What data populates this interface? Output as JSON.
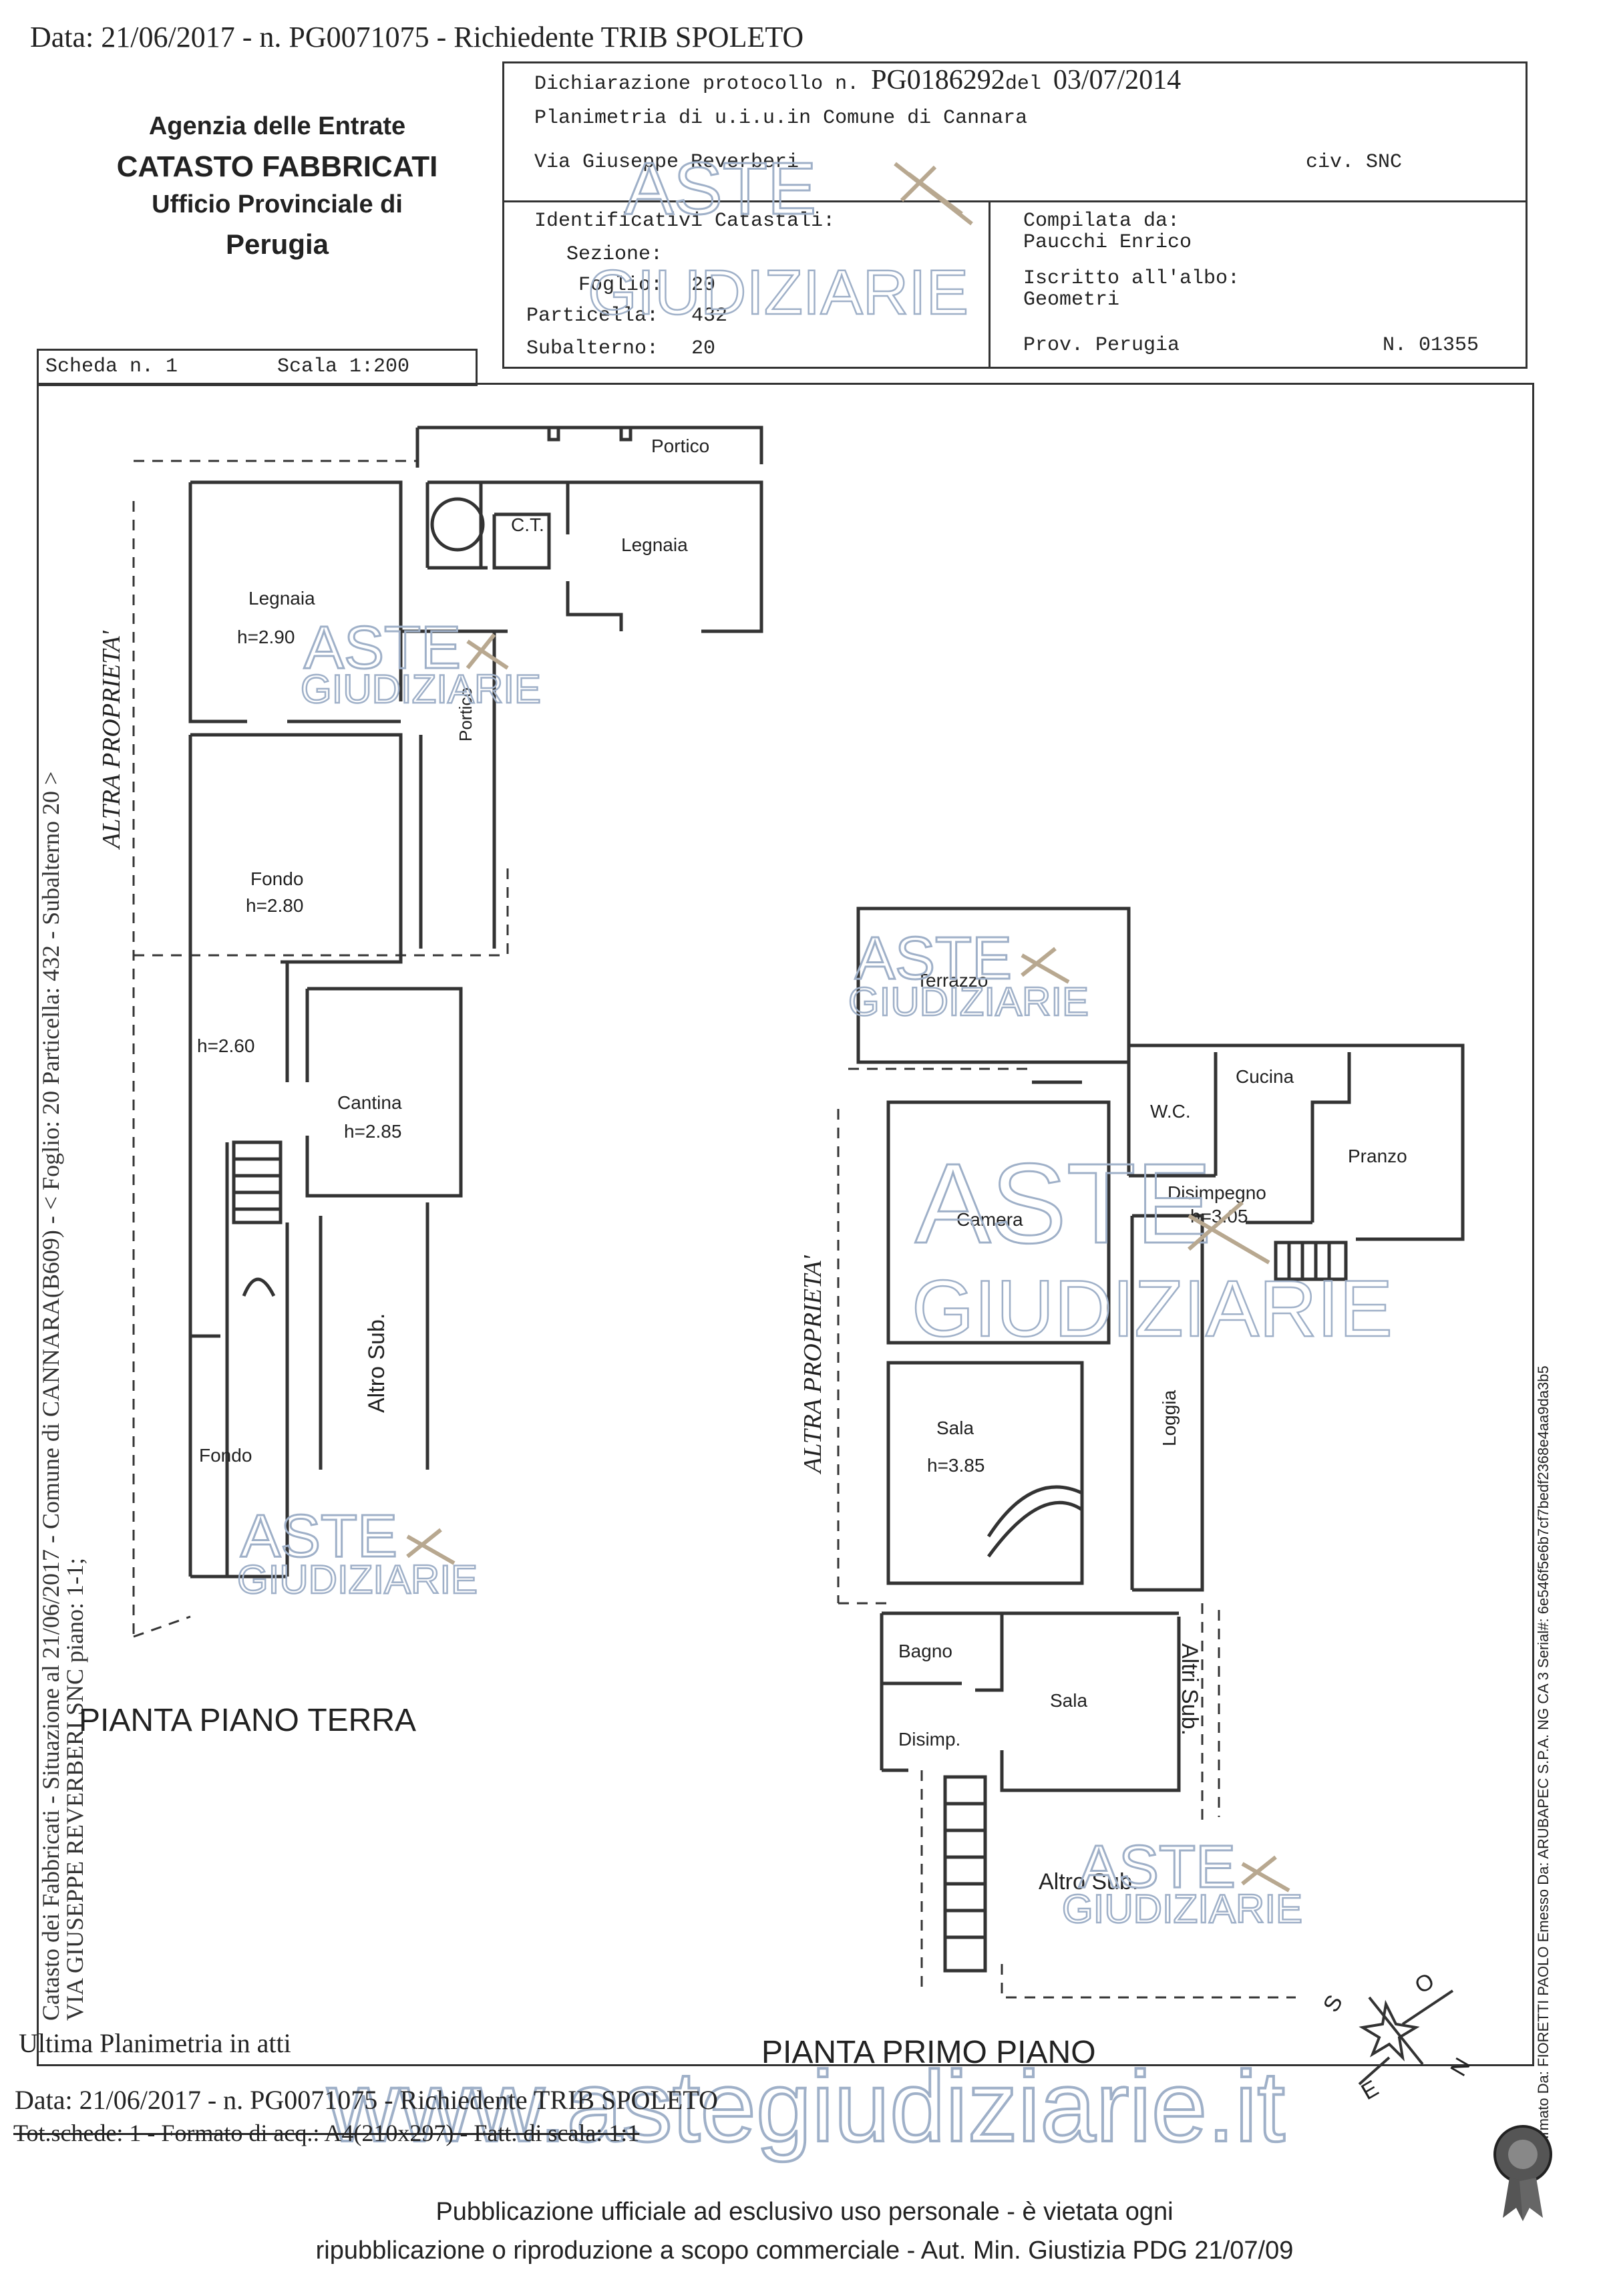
{
  "top_header": "Data: 21/06/2017 -  n. PG0071075 - Richiedente TRIB SPOLETO",
  "agency": {
    "line1": "Agenzia delle Entrate",
    "line2": "CATASTO FABBRICATI",
    "line3": "Ufficio Provinciale di",
    "line4": "Perugia"
  },
  "declaration": {
    "protocol_label": "Dichiarazione protocollo n.",
    "protocol_number": "PG0186292",
    "date_label": "del",
    "date": "03/07/2014",
    "planimetria": "Planimetria di u.i.u.in Comune di Cannara",
    "via": "Via Giuseppe Reverberi",
    "civ": "civ. SNC"
  },
  "identifiers": {
    "heading": "Identificativi Catastali:",
    "sezione_label": "Sezione:",
    "sezione_value": "",
    "foglio_label": "Foglio:",
    "foglio_value": "20",
    "particella_label": "Particella:",
    "particella_value": "432",
    "subalterno_label": "Subalterno:",
    "subalterno_value": "20"
  },
  "compiler": {
    "compilata_label": "Compilata da:",
    "name": "Paucchi Enrico",
    "iscritto_label": "Iscritto all'albo:",
    "albo": "Geometri",
    "prov": "Prov. Perugia",
    "number": "N. 01355"
  },
  "scheda": {
    "label": "Scheda n. 1",
    "scale": "Scala 1:200"
  },
  "left_vertical_text": {
    "line1": "Catasto dei Fabbricati - Situazione al 21/06/2017 - Comune di CANNARA(B609) - < Foglio: 20 Particella: 432 - Subalterno 20 >",
    "line2": "VIA GIUSEPPE REVERBERI SNC piano: 1-1;"
  },
  "ground_floor": {
    "title": "PIANTA PIANO TERRA",
    "altra_proprieta": "ALTRA PROPRIETA'",
    "rooms": {
      "portico_top": "Portico",
      "ct": "C.T.",
      "legnaia_right": "Legnaia",
      "legnaia_left": "Legnaia",
      "legnaia_left_h": "h=2.90",
      "portico_vertical": "Portico",
      "fondo_top": "Fondo",
      "fondo_top_h": "h=2.80",
      "h_260": "h=2.60",
      "cantina": "Cantina",
      "cantina_h": "h=2.85",
      "altro_sub": "Altro Sub.",
      "fondo_bottom": "Fondo"
    }
  },
  "first_floor": {
    "title": "PIANTA PRIMO PIANO",
    "altra_proprieta": "ALTRA PROPRIETA'",
    "rooms": {
      "terrazzo": "Terrazzo",
      "wc": "W.C.",
      "cucina": "Cucina",
      "pranzo": "Pranzo",
      "disimpegno": "Disimpegno",
      "disimpegno_h": "h=3.05",
      "camera": "Camera",
      "loggia": "Loggia",
      "sala_top": "Sala",
      "sala_top_h": "h=3.85",
      "bagno": "Bagno",
      "sala_bottom": "Sala",
      "disimp": "Disimp.",
      "altri_sub": "Altri Sub.",
      "altro_sub": "Altro Sub."
    }
  },
  "compass": {
    "s": "S",
    "o": "O",
    "e": "E",
    "n": "N"
  },
  "right_vertical_signature": "Firmato Da: FIORETTI PAOLO Emesso Da: ARUBAPEC S.P.A. NG CA 3 Serial#: 6e546f5e6b7cf7bedf2368e4aa9da3b5",
  "ultima": "Ultima Planimetria in atti",
  "bottom_header": "Data: 21/06/2017 -  n. PG0071075 - Richiedente TRIB SPOLETO",
  "bottom_tot": "Tot.schede: 1 - Formato di acq.: A4(210x297) - Fatt. di scala: 1:1",
  "watermark": {
    "aste": "ASTE",
    "giudiziarie": "GIUDIZIARIE",
    "site": "www.astegiudiziarie.it"
  },
  "footer": {
    "line1": "Pubblicazione ufficiale ad esclusivo uso personale - è vietata ogni",
    "line2": "ripubblicazione o riproduzione a scopo commerciale - Aut. Min. Giustizia PDG 21/07/09"
  },
  "colors": {
    "ink": "#222222",
    "watermark": "#9fb0c8",
    "seal": "#555555"
  }
}
